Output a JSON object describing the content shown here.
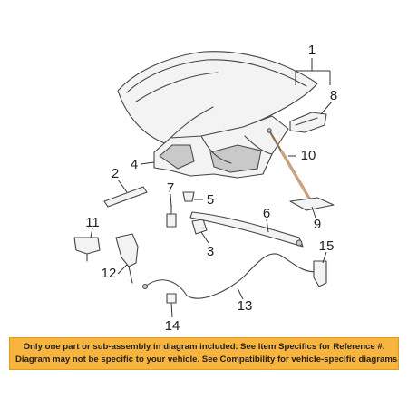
{
  "diagram": {
    "callouts": [
      {
        "id": "c1",
        "label": "1"
      },
      {
        "id": "c2",
        "label": "2"
      },
      {
        "id": "c3",
        "label": "3"
      },
      {
        "id": "c4",
        "label": "4"
      },
      {
        "id": "c5",
        "label": "5"
      },
      {
        "id": "c6",
        "label": "6"
      },
      {
        "id": "c7",
        "label": "7"
      },
      {
        "id": "c8",
        "label": "8"
      },
      {
        "id": "c9",
        "label": "9"
      },
      {
        "id": "c10",
        "label": "10"
      },
      {
        "id": "c11",
        "label": "11"
      },
      {
        "id": "c12",
        "label": "12"
      },
      {
        "id": "c13",
        "label": "13"
      },
      {
        "id": "c14",
        "label": "14"
      },
      {
        "id": "c15",
        "label": "15"
      }
    ],
    "highlight_color": "#c9a27e"
  },
  "disclaimer": {
    "line1": "Only one part or sub-assembly in diagram included. See Item Specifics for Reference #.",
    "line2": "Diagram may not be specific to your vehicle. See Compatibility for vehicle-specific diagrams.",
    "background": "#f7b53f"
  }
}
